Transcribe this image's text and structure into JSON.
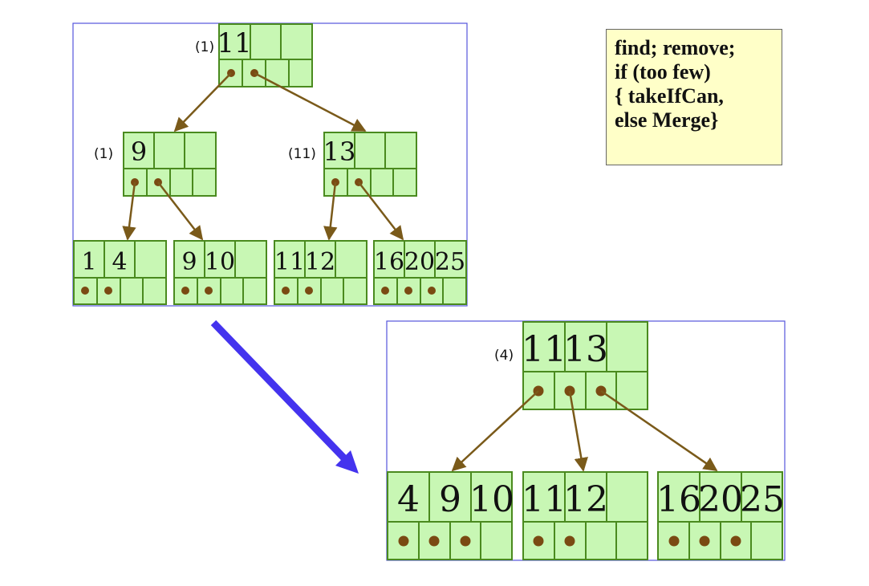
{
  "note": {
    "lines": [
      "find; remove;",
      "if (too few)",
      "{ takeIfCan,",
      "else Merge}"
    ]
  },
  "before": {
    "root": {
      "label": "(1)",
      "keys": [
        "11",
        "",
        ""
      ],
      "dots": 2
    },
    "level1": [
      {
        "label": "(1)",
        "keys": [
          "9",
          "",
          ""
        ],
        "dots": 2
      },
      {
        "label": "(11)",
        "keys": [
          "13",
          "",
          ""
        ],
        "dots": 2
      }
    ],
    "leaves": [
      {
        "keys": [
          "1",
          "4",
          ""
        ],
        "dots": 2
      },
      {
        "keys": [
          "9",
          "10",
          ""
        ],
        "dots": 2
      },
      {
        "keys": [
          "11",
          "12",
          ""
        ],
        "dots": 2
      },
      {
        "keys": [
          "16",
          "20",
          "25"
        ],
        "dots": 3
      }
    ]
  },
  "after": {
    "root": {
      "label": "(4)",
      "keys": [
        "11",
        "13",
        ""
      ],
      "dots": 3
    },
    "leaves": [
      {
        "keys": [
          "4",
          "9",
          "10"
        ],
        "dots": 3
      },
      {
        "keys": [
          "11",
          "12",
          ""
        ],
        "dots": 2
      },
      {
        "keys": [
          "16",
          "20",
          "25"
        ],
        "dots": 3
      }
    ]
  },
  "colors": {
    "node_fill": "#c8f7b4",
    "node_border": "#4a8a1e",
    "pointer_dot": "#7a4a12",
    "edge": "#7a5a1a",
    "transform_arrow": "#4433ee",
    "note_fill": "#ffffc8"
  }
}
